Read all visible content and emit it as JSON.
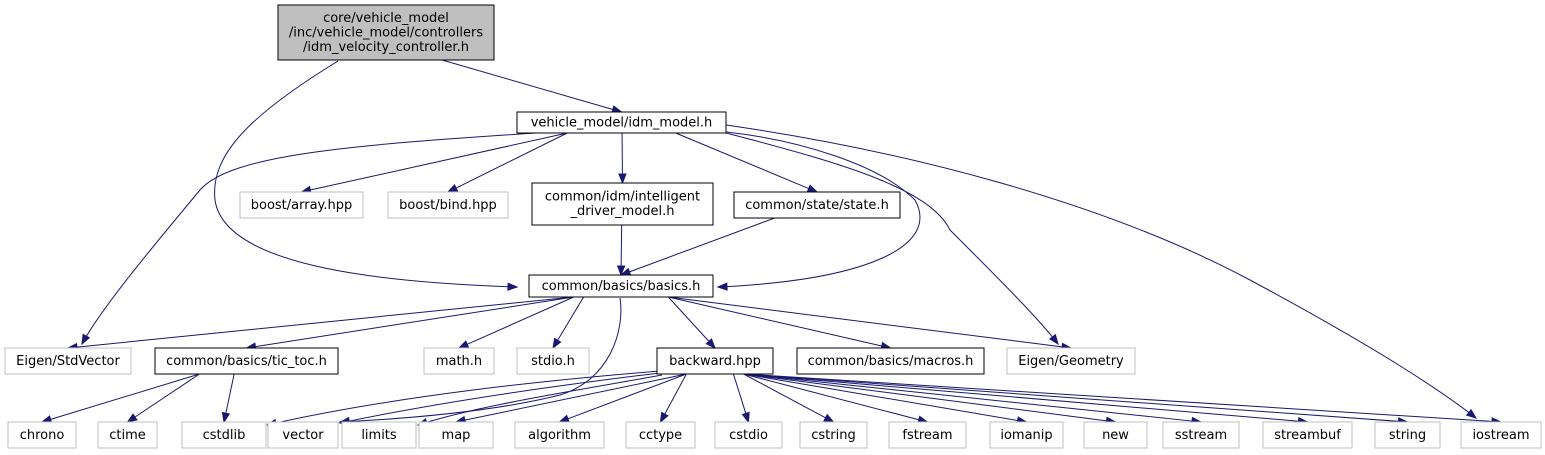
{
  "colors": {
    "edge": "#191970",
    "root_fill": "#bfbfbf",
    "node_border": "#000000",
    "external_border": "#bfbfbf",
    "text": "#000000"
  },
  "nodes": [
    {
      "id": "root",
      "lines": [
        "core/vehicle_model",
        "/inc/vehicle_model/controllers",
        "/idm_velocity_controller.h"
      ],
      "style": "root"
    },
    {
      "id": "idm_model",
      "lines": [
        "vehicle_model/idm_model.h"
      ],
      "style": "normal"
    },
    {
      "id": "boost_array",
      "lines": [
        "boost/array.hpp"
      ],
      "style": "external"
    },
    {
      "id": "boost_bind",
      "lines": [
        "boost/bind.hpp"
      ],
      "style": "external"
    },
    {
      "id": "idm",
      "lines": [
        "common/idm/intelligent",
        "_driver_model.h"
      ],
      "style": "normal"
    },
    {
      "id": "state",
      "lines": [
        "common/state/state.h"
      ],
      "style": "normal"
    },
    {
      "id": "basics",
      "lines": [
        "common/basics/basics.h"
      ],
      "style": "normal"
    },
    {
      "id": "eigen_stdvector",
      "lines": [
        "Eigen/StdVector"
      ],
      "style": "external"
    },
    {
      "id": "tic_toc",
      "lines": [
        "common/basics/tic_toc.h"
      ],
      "style": "normal"
    },
    {
      "id": "math",
      "lines": [
        "math.h"
      ],
      "style": "external"
    },
    {
      "id": "stdio",
      "lines": [
        "stdio.h"
      ],
      "style": "external"
    },
    {
      "id": "backward",
      "lines": [
        "backward.hpp"
      ],
      "style": "normal"
    },
    {
      "id": "macros",
      "lines": [
        "common/basics/macros.h"
      ],
      "style": "normal"
    },
    {
      "id": "eigen_geometry",
      "lines": [
        "Eigen/Geometry"
      ],
      "style": "external"
    },
    {
      "id": "chrono",
      "lines": [
        "chrono"
      ],
      "style": "external"
    },
    {
      "id": "ctime",
      "lines": [
        "ctime"
      ],
      "style": "external"
    },
    {
      "id": "cstdlib",
      "lines": [
        "cstdlib"
      ],
      "style": "external"
    },
    {
      "id": "vector",
      "lines": [
        "vector"
      ],
      "style": "external"
    },
    {
      "id": "limits",
      "lines": [
        "limits"
      ],
      "style": "external"
    },
    {
      "id": "map",
      "lines": [
        "map"
      ],
      "style": "external"
    },
    {
      "id": "algorithm",
      "lines": [
        "algorithm"
      ],
      "style": "external"
    },
    {
      "id": "cctype",
      "lines": [
        "cctype"
      ],
      "style": "external"
    },
    {
      "id": "cstdio",
      "lines": [
        "cstdio"
      ],
      "style": "external"
    },
    {
      "id": "cstring",
      "lines": [
        "cstring"
      ],
      "style": "external"
    },
    {
      "id": "fstream",
      "lines": [
        "fstream"
      ],
      "style": "external"
    },
    {
      "id": "iomanip",
      "lines": [
        "iomanip"
      ],
      "style": "external"
    },
    {
      "id": "new",
      "lines": [
        "new"
      ],
      "style": "external"
    },
    {
      "id": "sstream",
      "lines": [
        "sstream"
      ],
      "style": "external"
    },
    {
      "id": "streambuf",
      "lines": [
        "streambuf"
      ],
      "style": "external"
    },
    {
      "id": "string",
      "lines": [
        "string"
      ],
      "style": "external"
    },
    {
      "id": "iostream",
      "lines": [
        "iostream"
      ],
      "style": "external"
    }
  ],
  "edges": [
    {
      "from": "root",
      "to": "idm_model"
    },
    {
      "from": "root",
      "to": "basics"
    },
    {
      "from": "idm_model",
      "to": "eigen_stdvector"
    },
    {
      "from": "idm_model",
      "to": "boost_array"
    },
    {
      "from": "idm_model",
      "to": "boost_bind"
    },
    {
      "from": "idm_model",
      "to": "idm"
    },
    {
      "from": "idm_model",
      "to": "state"
    },
    {
      "from": "idm_model",
      "to": "basics"
    },
    {
      "from": "idm_model",
      "to": "eigen_geometry"
    },
    {
      "from": "idm_model",
      "to": "iostream"
    },
    {
      "from": "idm",
      "to": "basics"
    },
    {
      "from": "state",
      "to": "basics"
    },
    {
      "from": "basics",
      "to": "eigen_stdvector"
    },
    {
      "from": "basics",
      "to": "tic_toc"
    },
    {
      "from": "basics",
      "to": "math"
    },
    {
      "from": "basics",
      "to": "stdio"
    },
    {
      "from": "basics",
      "to": "vector"
    },
    {
      "from": "basics",
      "to": "backward"
    },
    {
      "from": "basics",
      "to": "macros"
    },
    {
      "from": "basics",
      "to": "eigen_geometry"
    },
    {
      "from": "tic_toc",
      "to": "chrono"
    },
    {
      "from": "tic_toc",
      "to": "ctime"
    },
    {
      "from": "tic_toc",
      "to": "cstdlib"
    },
    {
      "from": "backward",
      "to": "cstdlib"
    },
    {
      "from": "backward",
      "to": "vector"
    },
    {
      "from": "backward",
      "to": "limits"
    },
    {
      "from": "backward",
      "to": "map"
    },
    {
      "from": "backward",
      "to": "algorithm"
    },
    {
      "from": "backward",
      "to": "cctype"
    },
    {
      "from": "backward",
      "to": "cstdio"
    },
    {
      "from": "backward",
      "to": "cstring"
    },
    {
      "from": "backward",
      "to": "fstream"
    },
    {
      "from": "backward",
      "to": "iomanip"
    },
    {
      "from": "backward",
      "to": "new"
    },
    {
      "from": "backward",
      "to": "sstream"
    },
    {
      "from": "backward",
      "to": "streambuf"
    },
    {
      "from": "backward",
      "to": "string"
    },
    {
      "from": "backward",
      "to": "iostream"
    }
  ]
}
